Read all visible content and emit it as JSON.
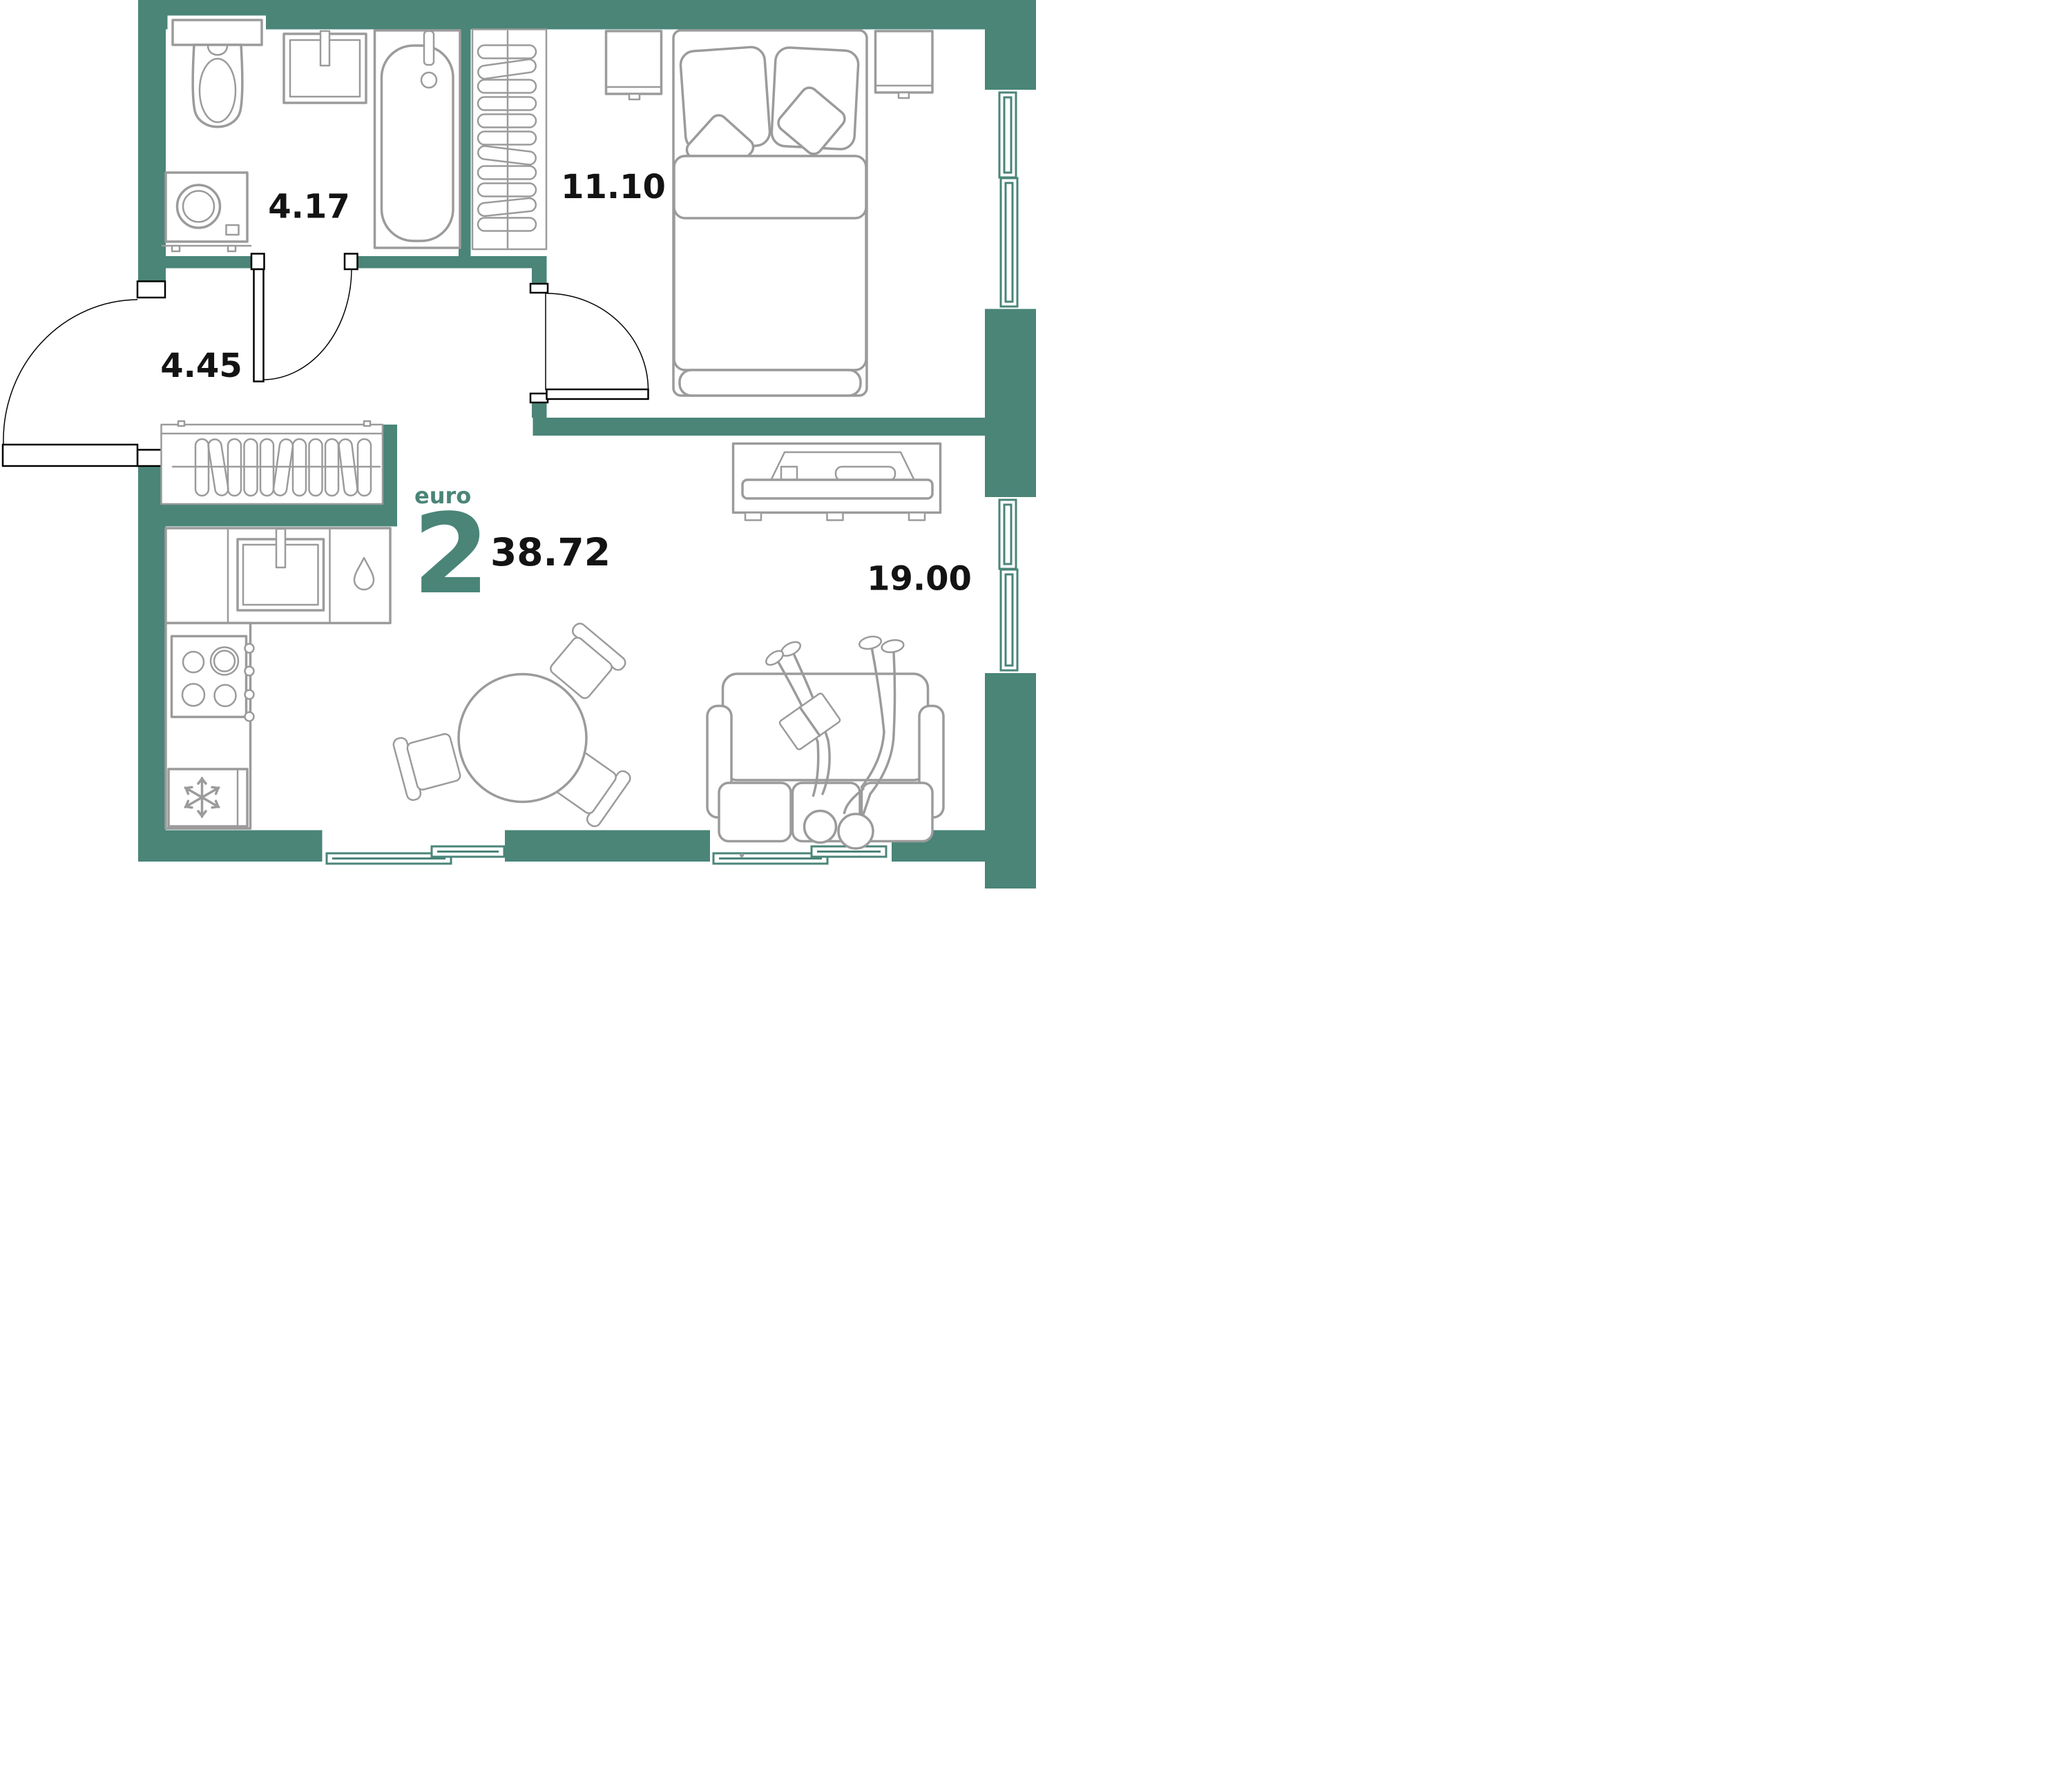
{
  "plan_badge": {
    "type": "euro",
    "rooms": "2",
    "area": "38.72"
  },
  "rooms": {
    "bathroom": {
      "area": "4.17"
    },
    "hallway": {
      "area": "4.45"
    },
    "bedroom": {
      "area": "11.10"
    },
    "living_kitchen": {
      "area": "19.00"
    }
  },
  "colors": {
    "wall_teal": "#4A8578",
    "accent_teal": "#4A8578",
    "furniture_gray": "#9B9B9B",
    "door_black": "#000000",
    "label_black": "#131313",
    "background": "#FFFFFF"
  },
  "icons": {
    "fridge": "snowflake-icon",
    "dishwasher": "droplet-icon",
    "doors": "door-swing-arc-icon",
    "windows": "window-frame-icon",
    "closets": "hanger-coil-icon"
  }
}
